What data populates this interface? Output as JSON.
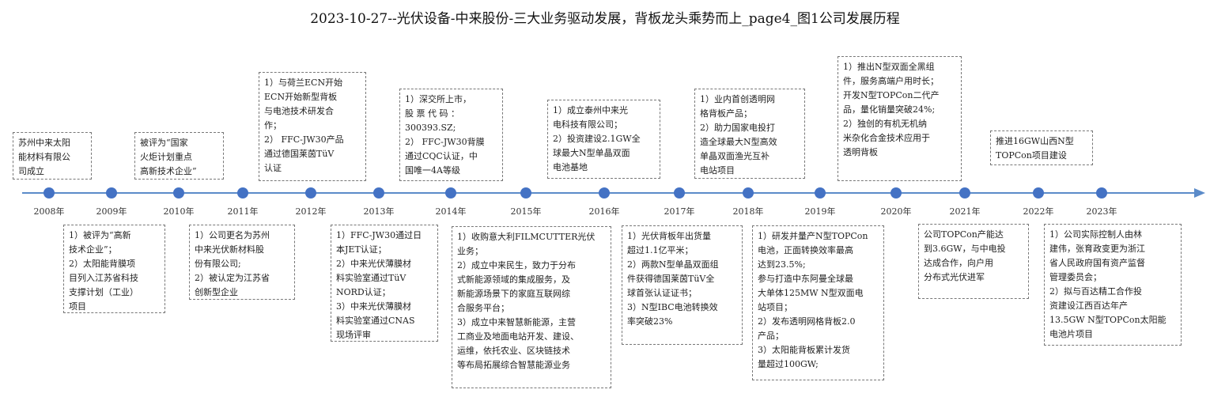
{
  "title": "2023-10-27--光伏设备-中来股份-三大业务驱动发展，背板龙头乘势而上_page4_图1公司发展历程",
  "colors": {
    "axis": "#5b8bc9",
    "dot": "#4472c4",
    "box_border": "#777777"
  },
  "years": [
    "2008年",
    "2009年",
    "2010年",
    "2011年",
    "2012年",
    "2013年",
    "2014年",
    "2015年",
    "2016年",
    "2017年",
    "2018年",
    "2019年",
    "2020年",
    "2021年",
    "2022年",
    "2023年"
  ],
  "events": {
    "y2008": [
      "苏州中来太阳",
      "能材料有限公",
      "司成立"
    ],
    "y2009": [
      "1）被评为“高新",
      "技术企业”；",
      "2）太阳能背膜项",
      "目列入江苏省科技",
      "支撑计划（工业）",
      "项目"
    ],
    "y2010": [
      "被评为“国家",
      "火炬计划重点",
      "高新技术企业”"
    ],
    "y2011": [
      "1）公司更名为苏州",
      "中来光伏新材料股",
      "份有限公司;",
      "2）被认定为江苏省",
      "创新型企业"
    ],
    "y2012": [
      "1）与荷兰ECN开始",
      "ECN开始新型背板",
      "与电池技术研发合",
      "作；",
      "2） FFC-JW30产品",
      "通过德国莱茵TüV",
      "认证"
    ],
    "y2013": [
      "1）FFC-JW30通过日",
      "本JET认证；",
      "2）中来光伏薄膜材",
      "料实验室通过TüV",
      "NORD认证；",
      "3）中来光伏薄膜材",
      "料实验室通过CNAS",
      "现场评审"
    ],
    "y2014": [
      "1）深交所上市，",
      "股 票 代 码 ：",
      "300393.SZ;",
      "2） FFC-JW30背膜",
      "通过CQC认证，中",
      "国唯一4A等级"
    ],
    "y2015": [
      "1）收购意大利FILMCUTTER光伏",
      "业务；",
      "2）成立中来民生，致力于分布",
      "式新能源领域的集成服务，及",
      "新能源场景下的家庭互联网综",
      "合服务平台；",
      "3）成立中来智慧新能源，主营",
      "工商业及地面电站开发、建设、",
      "运维，依托农业、区块链技术",
      "等布局拓展综合智慧能源业务"
    ],
    "y2016": [
      "1）成立泰州中来光",
      "电科技有限公司；",
      "2）投资建设2.1GW全",
      "球最大N型单晶双面",
      "电池基地"
    ],
    "y2017": [
      "1）光伏背板年出货量",
      "超过1.1亿平米；",
      "2）两款N型单晶双面组",
      "件获得德国莱茵TüV全",
      "球首张认证证书；",
      "3）N型IBC电池转换效",
      "率突破23%"
    ],
    "y2018": [
      "1）业内首创透明网",
      "格背板产品；",
      "2）助力国家电投打",
      "造全球最大N型高效",
      "单晶双面渔光互补",
      "电站项目"
    ],
    "y2019": [
      "1）研发并量产N型TOPCon",
      "电池，正面转换效率最高",
      "达到23.5%;",
      "参与打造中东阿曼全球最",
      "大单体125MW N型双面电",
      "站项目；",
      "2）发布透明网格背板2.0",
      "产品；",
      "3）太阳能背板累计发货",
      "量超过100GW;"
    ],
    "y2020": [
      "1）推出N型双面全黑组",
      "件，服务高端户用时长；",
      "开发N型TOPCon二代产",
      "品，量化销量突破24%;",
      "2）独创的有机无机纳",
      "米杂化合金技术应用于",
      "透明背板"
    ],
    "y2021": [
      "公司TOPCon产能达",
      "到3.6GW，与中电投",
      "达成合作，向户用",
      "分布式光伏进军"
    ],
    "y2022": [
      "推进16GW山西N型",
      "TOPCon项目建设"
    ],
    "y2023": [
      "1）公司实际控制人由林",
      "建伟，张育政变更为浙江",
      "省人民政府国有资产监督",
      "管理委员会；",
      "2）拟与百达精工合作投",
      "资建设江西百达年产",
      "13.5GW N型TOPCon太阳能",
      "电池片项目"
    ]
  }
}
